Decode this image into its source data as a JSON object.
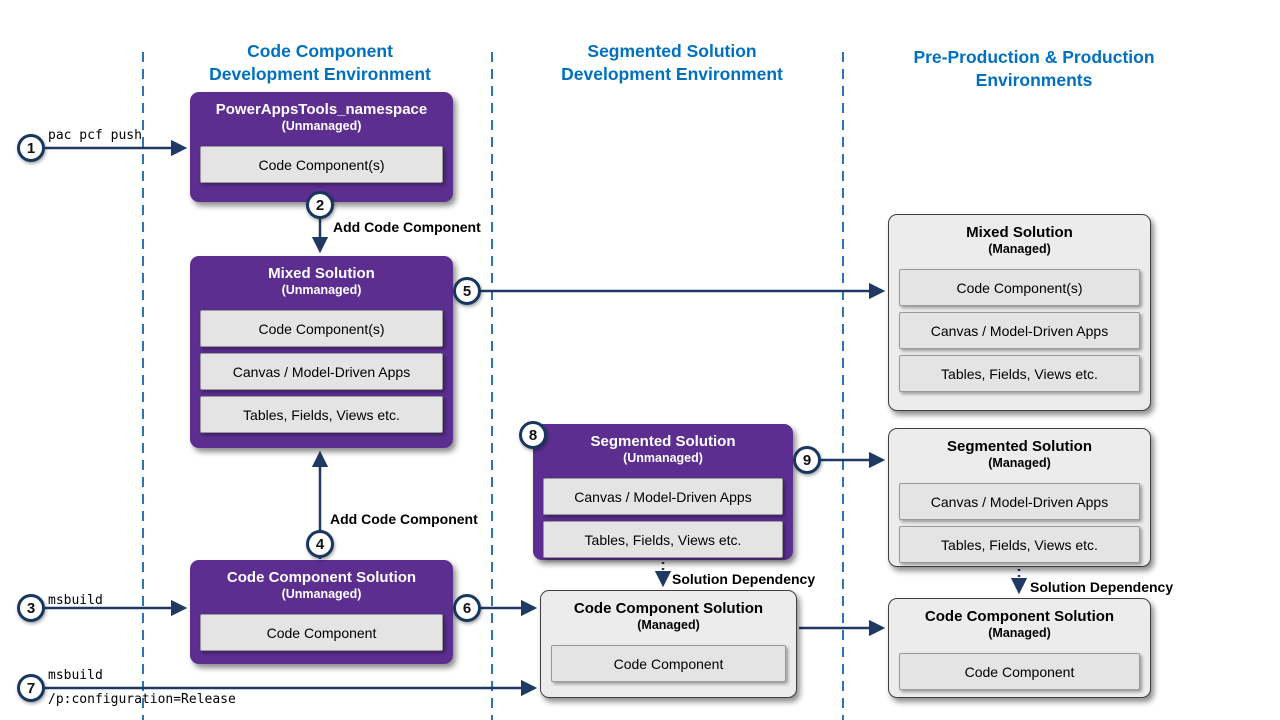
{
  "colors": {
    "header_blue": "#0070C0",
    "solution_purple": "#5B2E90",
    "arrow_navy": "#1F3864",
    "separator_blue": "#2E74B5",
    "managed_gray": "#ECECEC",
    "item_gray": "#E4E4E4"
  },
  "headers": {
    "col1": "Code Component\nDevelopment Environment",
    "col2": "Segmented Solution\nDevelopment Environment",
    "col3": "Pre-Production & Production\nEnvironments"
  },
  "boxes": {
    "powerapps_tools": {
      "title": "PowerAppsTools_namespace",
      "subtitle": "(Unmanaged)",
      "items": [
        "Code Component(s)"
      ]
    },
    "mixed_unmanaged": {
      "title": "Mixed Solution",
      "subtitle": "(Unmanaged)",
      "items": [
        "Code Component(s)",
        "Canvas / Model-Driven Apps",
        "Tables, Fields, Views etc."
      ]
    },
    "code_component_unmanaged": {
      "title": "Code Component Solution",
      "subtitle": "(Unmanaged)",
      "items": [
        "Code Component"
      ]
    },
    "segmented_unmanaged": {
      "title": "Segmented Solution",
      "subtitle": "(Unmanaged)",
      "items": [
        "Canvas / Model-Driven Apps",
        "Tables, Fields, Views etc."
      ]
    },
    "mixed_managed": {
      "title": "Mixed Solution",
      "subtitle": "(Managed)",
      "items": [
        "Code Component(s)",
        "Canvas / Model-Driven Apps",
        "Tables, Fields, Views etc."
      ]
    },
    "segmented_managed": {
      "title": "Segmented Solution",
      "subtitle": "(Managed)",
      "items": [
        "Canvas / Model-Driven Apps",
        "Tables, Fields, Views etc."
      ]
    },
    "code_component_managed_mid": {
      "title": "Code Component Solution",
      "subtitle": "(Managed)",
      "items": [
        "Code Component"
      ]
    },
    "code_component_managed_right": {
      "title": "Code Component Solution",
      "subtitle": "(Managed)",
      "items": [
        "Code Component"
      ]
    }
  },
  "steps": {
    "numbers": [
      "1",
      "2",
      "3",
      "4",
      "5",
      "6",
      "7",
      "8",
      "9"
    ]
  },
  "labels": {
    "pac_pcf_push": "pac pcf push",
    "msbuild": "msbuild",
    "msbuild_release_line1": "msbuild",
    "msbuild_release_line2": "/p:configuration=Release",
    "add_code_component_step2": "Add Code Component",
    "add_code_component_step4": "Add Code Component",
    "solution_dependency_mid": "Solution Dependency",
    "solution_dependency_right": "Solution Dependency"
  }
}
